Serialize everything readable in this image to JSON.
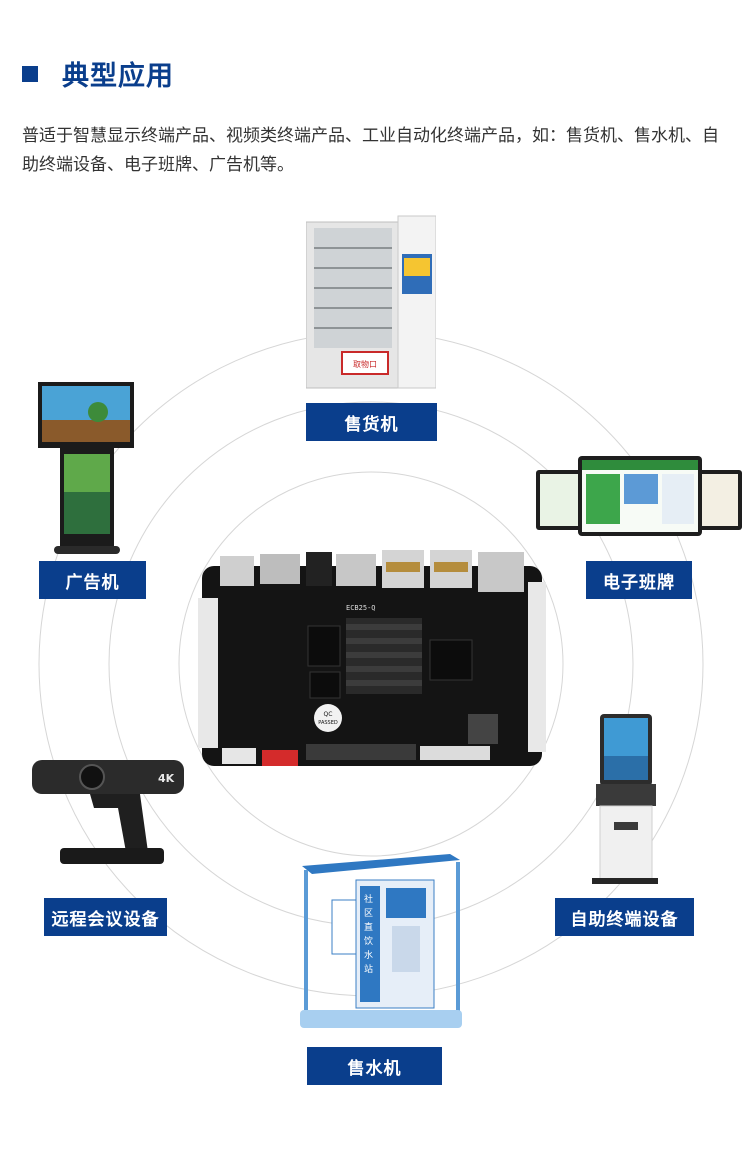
{
  "section": {
    "title": "典型应用",
    "intro": "普适于智慧显示终端产品、视频类终端产品、工业自动化终端产品，如：售货机、售水机、自助终端设备、电子班牌、广告机等。"
  },
  "board": {
    "model_text": "ECB25-Q",
    "qc_text": "QC\nPASSED"
  },
  "vending_machine": {
    "sign_text": "取物口"
  },
  "camera": {
    "badge_text": "4K"
  },
  "water_kiosk": {
    "sign_text": "社区直饮水站"
  },
  "labels": {
    "vending": "售货机",
    "advert": "广告机",
    "class_sign": "电子班牌",
    "conference": "远程会议设备",
    "self_service": "自助终端设备",
    "water": "售水机"
  },
  "colors": {
    "brand_blue": "#0a3e8c"
  }
}
